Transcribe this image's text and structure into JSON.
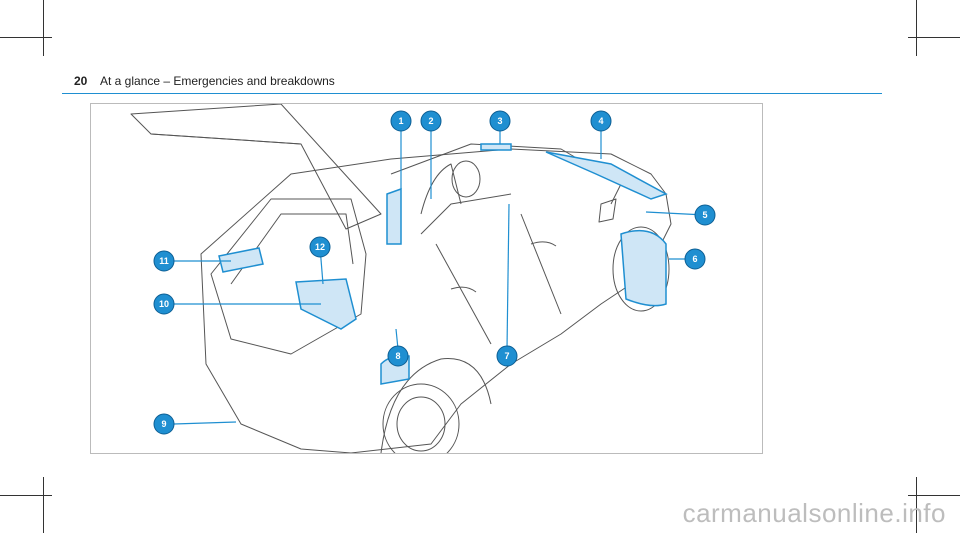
{
  "header": {
    "page_number": "20",
    "title": "At a glance – Emergencies and breakdowns"
  },
  "figure": {
    "callouts": [
      "1",
      "2",
      "3",
      "4",
      "5",
      "6",
      "7",
      "8",
      "9",
      "10",
      "11",
      "12"
    ],
    "accent_color": "#1f8fd1"
  },
  "watermark": "carmanualsonline.info"
}
